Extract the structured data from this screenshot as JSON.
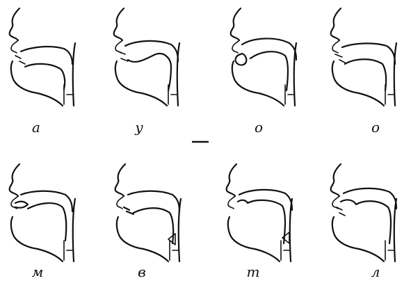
{
  "figure": {
    "panels": [
      {
        "label": "а",
        "sound": "a"
      },
      {
        "label": "у",
        "sound": "u"
      },
      {
        "label": "о",
        "sound": "o"
      },
      {
        "label": "м",
        "sound": "m"
      },
      {
        "label": "в",
        "sound": "v"
      },
      {
        "label": "т",
        "sound": "t"
      },
      {
        "label": "л",
        "sound": "l"
      }
    ]
  }
}
